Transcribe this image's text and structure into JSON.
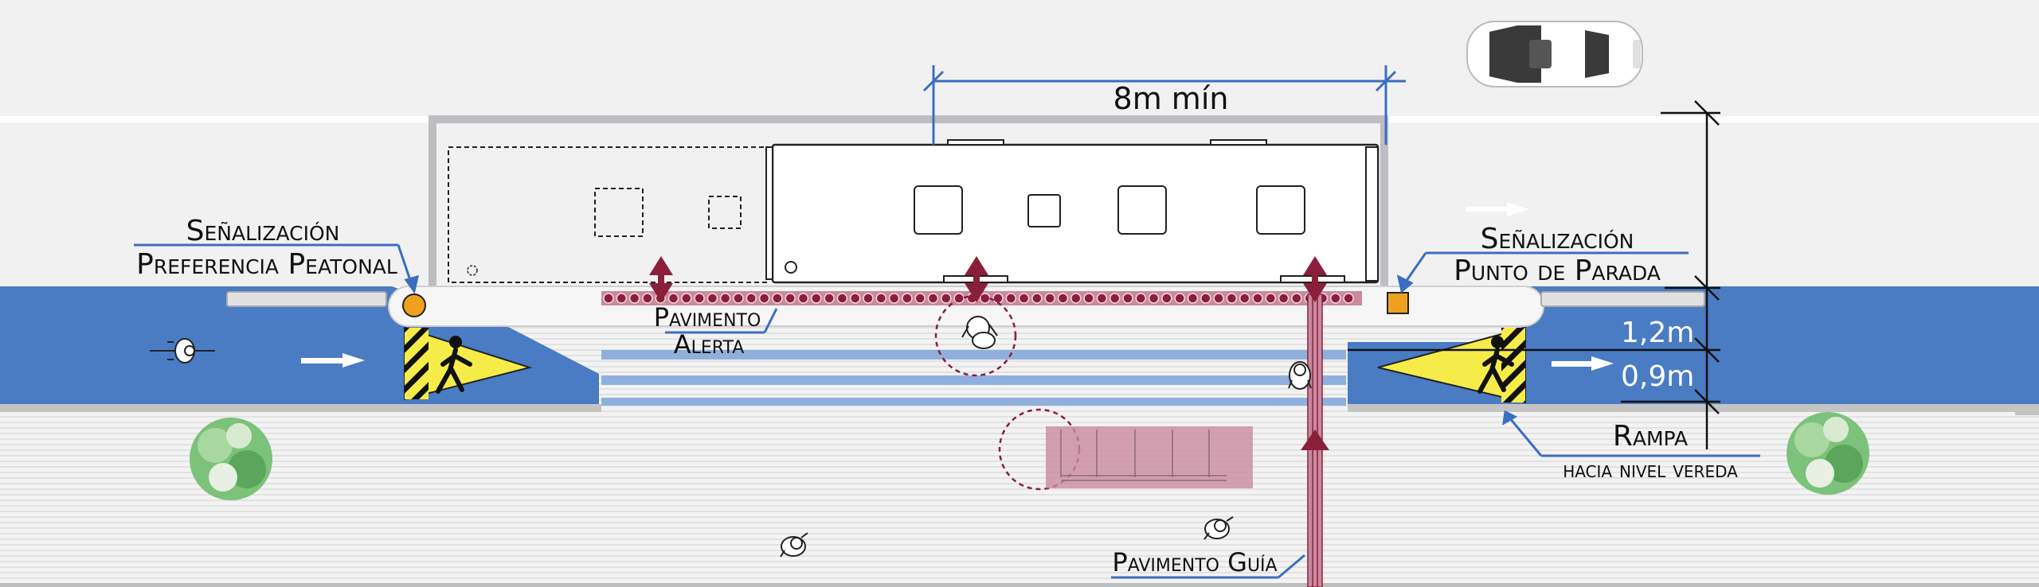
{
  "labels": {
    "senal_pref_line1": "Señalización",
    "senal_pref_line2": "Preferencia Peatonal",
    "senal_parada_line1": "Señalización",
    "senal_parada_line2": "Punto de Parada",
    "pav_alerta_line1": "Pavimento",
    "pav_alerta_line2": "Alerta",
    "dim_length": "8m mín",
    "dim_width_1": "1,2m",
    "dim_width_2": "0,9m",
    "rampa_line1": "Rampa",
    "rampa_line2": "hacia nivel vereda",
    "pav_guia": "Pavimento Guía"
  },
  "colors": {
    "bike_lane_blue": "#4a7cc4",
    "crosswalk_light_blue": "#8fb0dc",
    "leader_line_blue": "#3a6fc0",
    "warning_sign_yellow": "#f5ec4a",
    "tactile_alert_maroon": "#8a1f3c",
    "bench_pink": "#c98aa0",
    "bus_outline_gray": "#bdbdc2",
    "stop_sign_orange": "#f0a020",
    "tree_green": "#7cc27a"
  }
}
